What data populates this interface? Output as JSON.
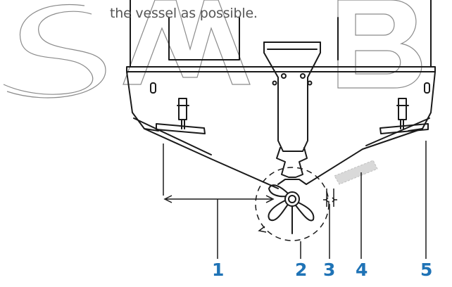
{
  "caption": "the vessel as possible.",
  "watermark": "SMB",
  "callouts": [
    "1",
    "2",
    "3",
    "4",
    "5"
  ],
  "colors": {
    "line": "#1a1a1a",
    "callout": "#1f73b6",
    "caption": "#555555",
    "transducer_mark": "#cccccc",
    "watermark_stroke": "#8a8a8a"
  }
}
